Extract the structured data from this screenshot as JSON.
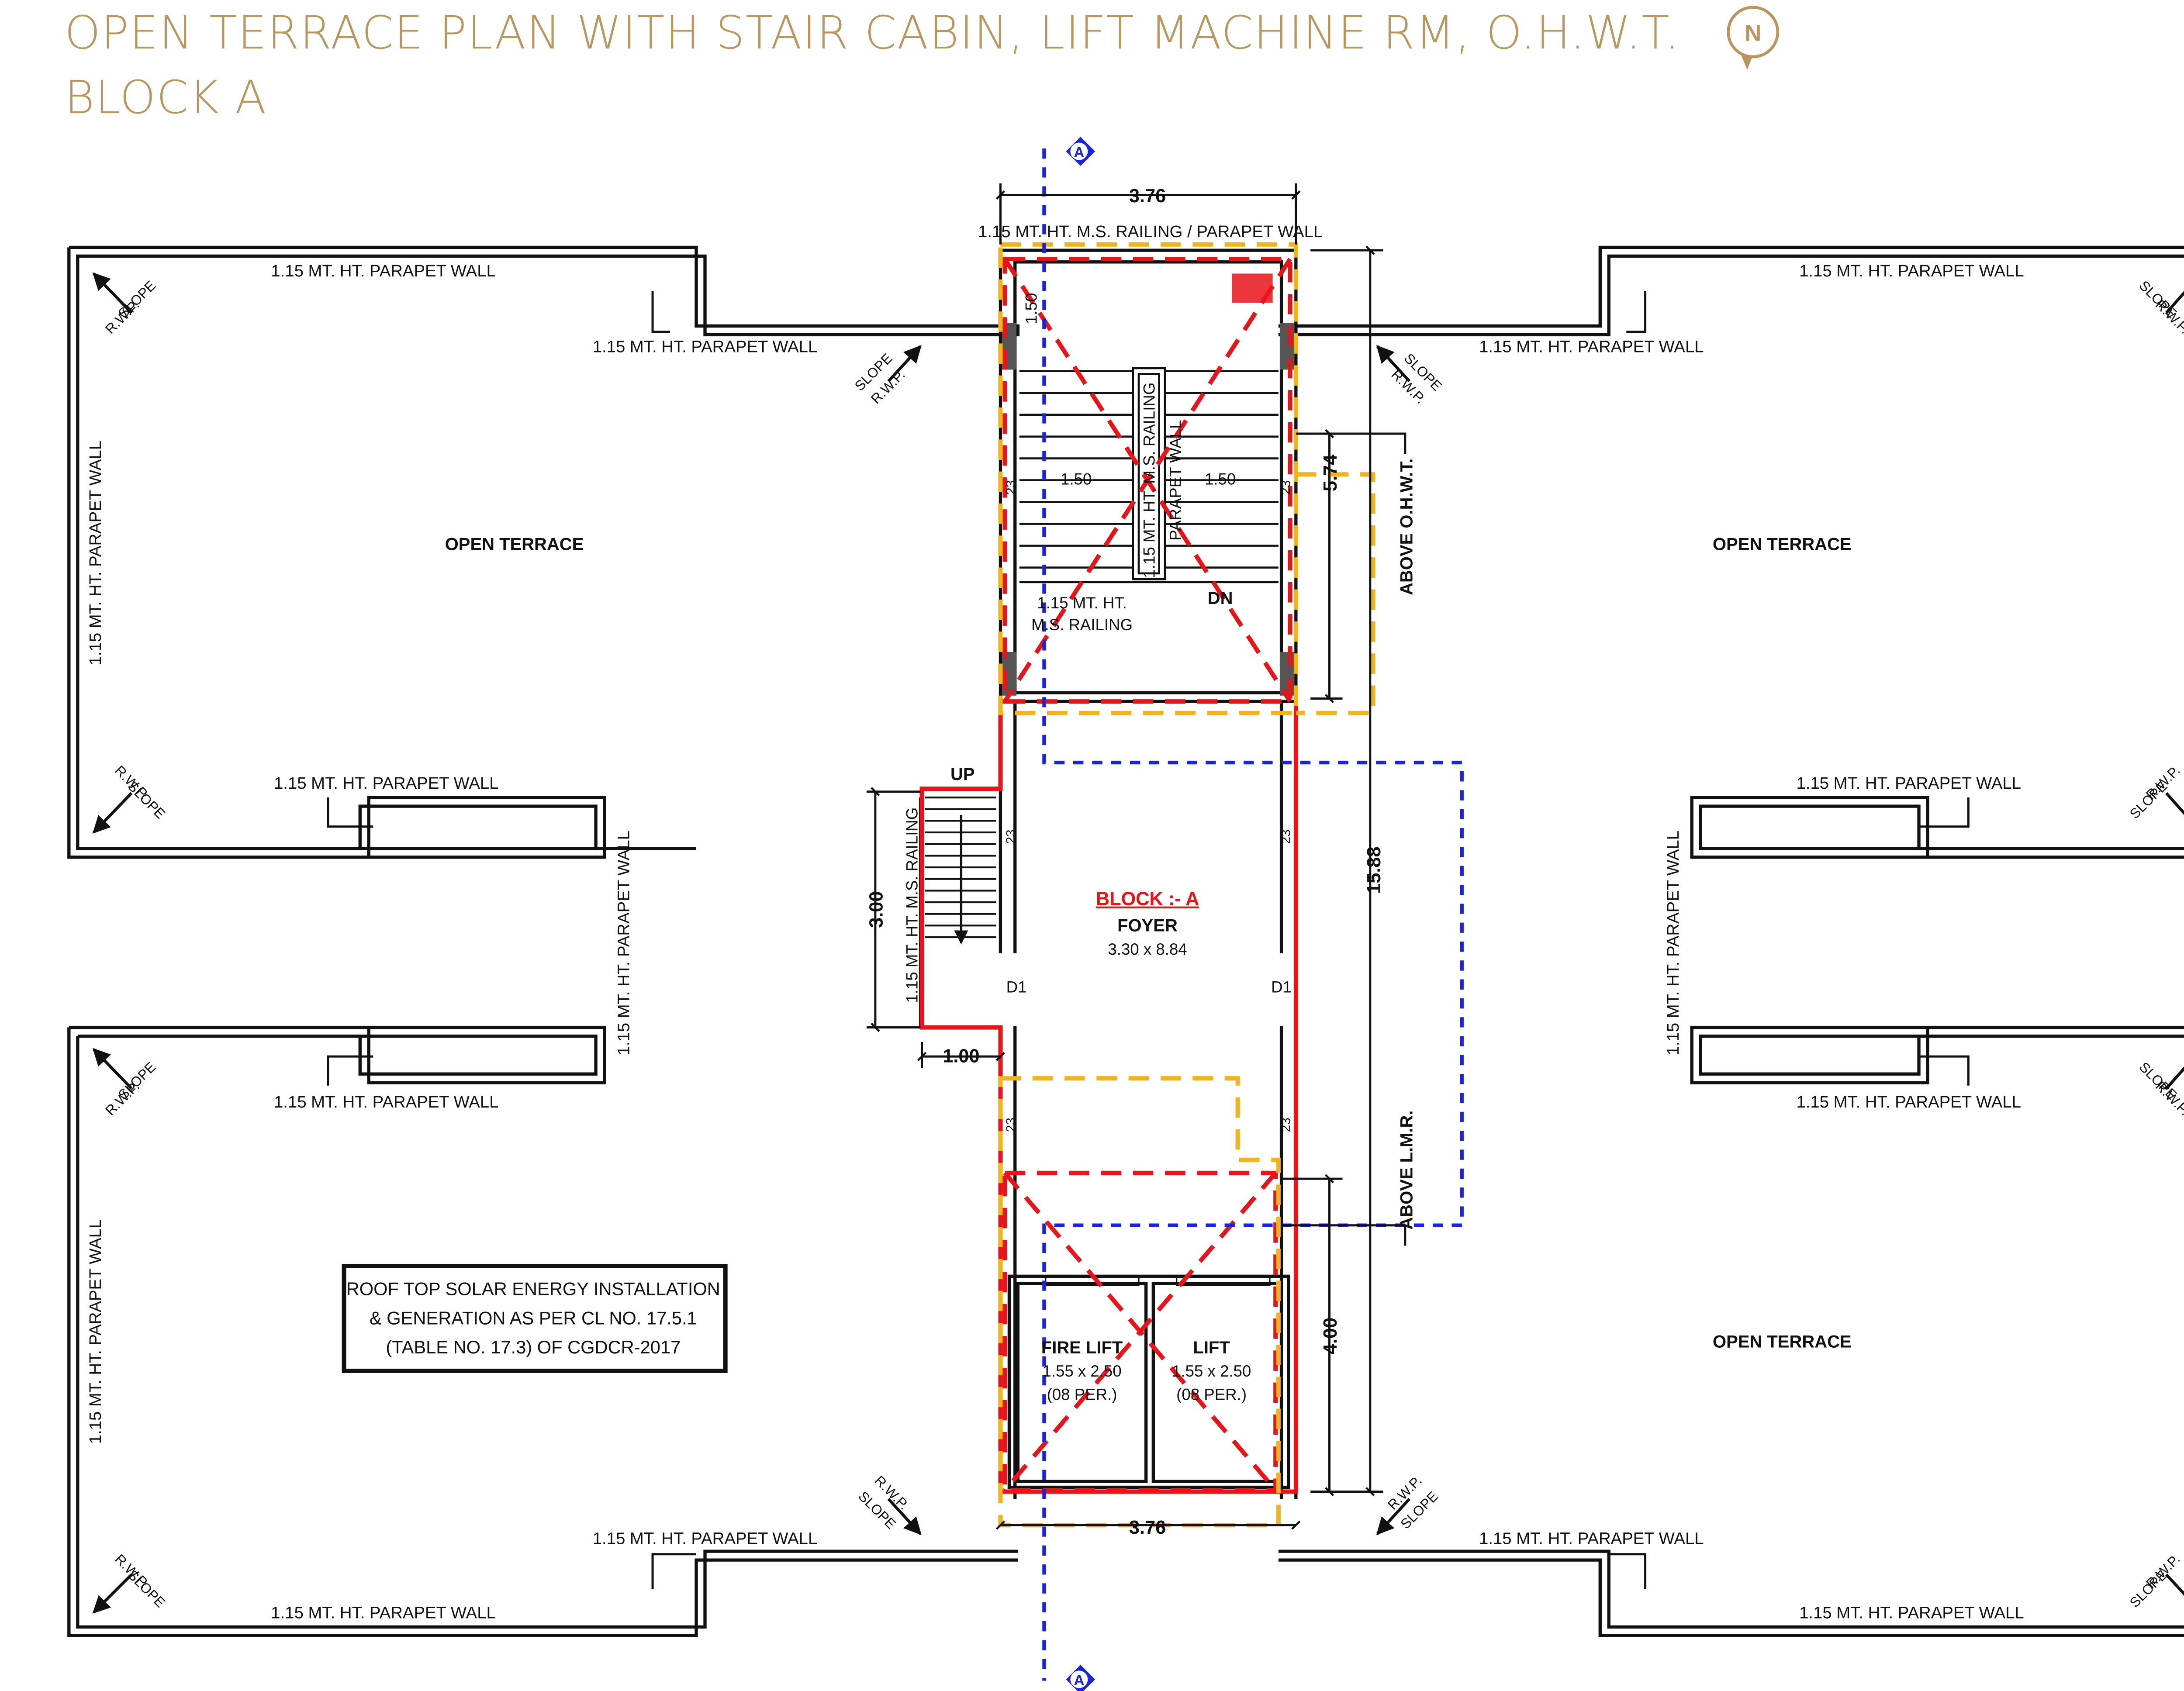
{
  "title": {
    "line1": "OPEN TERRACE PLAN WITH STAIR CABIN, LIFT MACHINE RM, O.H.W.T.",
    "line2": "BLOCK A"
  },
  "north_letter": "N",
  "section_marker": "A",
  "labels": {
    "parapet_wall": "1.15 MT. HT. PARAPET WALL",
    "railing_parapet": "1.15 MT. HT. M.S. RAILING / PARAPET WALL",
    "open_terrace": "OPEN TERRACE",
    "slope": "SLOPE",
    "rwp": "R.W.P.",
    "ms_railing_v": "1.15 MT. HT. M.S. RAILING",
    "ms_railing_line1": "1.15 MT. HT.",
    "ms_railing_line2": "M.S. RAILING",
    "parapet_wall_short": "PARAPET WALL",
    "above_ohwt": "ABOVE O.H.W.T.",
    "above_lmr": "ABOVE L.M.R.",
    "dn": "DN",
    "up": "UP",
    "block_name": "BLOCK :- A",
    "foyer": "FOYER",
    "foyer_size": "3.30 x 8.84",
    "door_d1": "D1",
    "wall_23": "23",
    "fire_lift": "FIRE LIFT",
    "fire_lift_size": "1.55 x 2.50",
    "fire_lift_cap": "(08 PER.)",
    "lift": "LIFT",
    "lift_size": "1.55 x 2.50",
    "lift_cap": "(08 PER.)",
    "solar_line1": "ROOF TOP SOLAR ENERGY INSTALLATION",
    "solar_line2": "& GENERATION AS PER CL NO. 17.5.1",
    "solar_line3": "(TABLE NO. 17.3) OF CGDCR-2017"
  },
  "dimensions": {
    "top_width": "3.76",
    "bottom_width": "3.76",
    "landing_150": "1.50",
    "stair_w_left": "1.50",
    "stair_w_right": "1.50",
    "ohwt_574": "5.74",
    "overall_1588": "15.88",
    "stair_300": "3.00",
    "stair_100": "1.00",
    "lmr_400": "4.00"
  },
  "colors": {
    "title": "#b8965e",
    "red": "#e8141a",
    "yellow": "#f3b31a",
    "blue": "#1a24d8",
    "black": "#111111"
  },
  "icons": [
    "north-arrow-icon",
    "section-marker-icon",
    "slope-arrow-icon"
  ]
}
